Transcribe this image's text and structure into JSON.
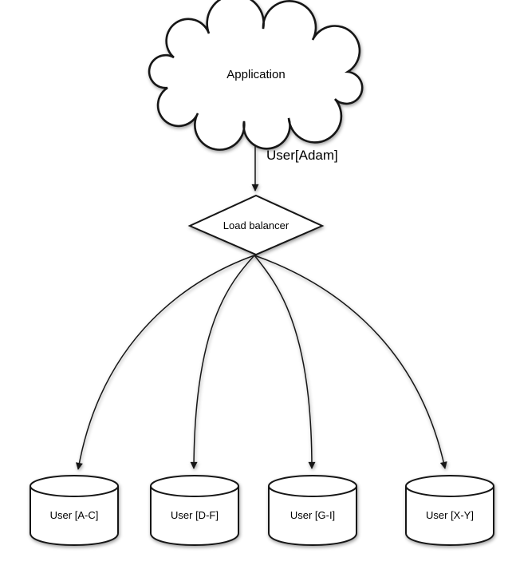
{
  "diagram": {
    "nodes": {
      "application": {
        "label": "Application",
        "shape": "cloud"
      },
      "load_balancer": {
        "label": "Load balancer",
        "shape": "diamond"
      },
      "shards": [
        {
          "label": "User [A-C]",
          "shape": "cylinder"
        },
        {
          "label": "User [D-F]",
          "shape": "cylinder"
        },
        {
          "label": "User [G-I]",
          "shape": "cylinder"
        },
        {
          "label": "User [X-Y]",
          "shape": "cylinder"
        }
      ]
    },
    "edges": {
      "app_to_lb": {
        "label": "User[Adam]"
      }
    },
    "colors": {
      "stroke": "#161616",
      "fill": "#ffffff",
      "text": "#000000",
      "background": "#ffffff"
    }
  }
}
